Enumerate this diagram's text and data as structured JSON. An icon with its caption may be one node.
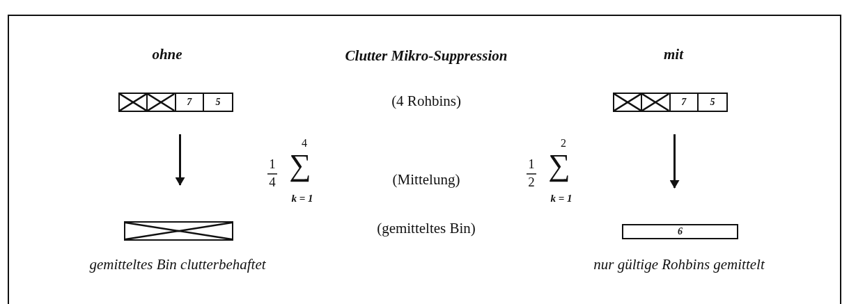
{
  "diagram": {
    "title": "Clutter Mikro-Suppression",
    "nodes": [
      {
        "text": [],
        "shape": "bar"
      },
      {
        "text": [],
        "shape": "cross",
        "in": 0
      },
      {
        "text": [],
        "shape": "cross",
        "in": 0
      },
      {
        "text": [
          "7"
        ],
        "in": 0
      },
      {
        "text": [
          "5"
        ],
        "in": 0
      },
      {
        "text": [],
        "shape": "cross",
        "beside": [
          "gemitteltes Bin clutterbehaftet"
        ]
      },
      {
        "text": [],
        "shape": "bar"
      },
      {
        "text": [],
        "shape": "cross",
        "in": 6
      },
      {
        "text": [],
        "shape": "cross",
        "in": 6
      },
      {
        "text": [
          "7"
        ],
        "in": 6
      },
      {
        "text": [
          "5"
        ],
        "in": 6
      },
      {
        "text": [
          "6"
        ],
        "beside": [
          "nur gültige Rohbins gemittelt"
        ]
      }
    ],
    "edges": [
      {
        "from": 0,
        "to": 5,
        "arrow": "to"
      },
      {
        "from": 6,
        "to": 11,
        "arrow": "to"
      }
    ],
    "labels": [
      "ohne",
      "mit",
      "(4 Rohbins)",
      "4",
      "1",
      "4",
      "∑",
      "k = 1",
      "(Mittelung)",
      "2",
      "1",
      "2",
      "∑",
      "k = 1",
      "(gemitteltes Bin)"
    ]
  }
}
